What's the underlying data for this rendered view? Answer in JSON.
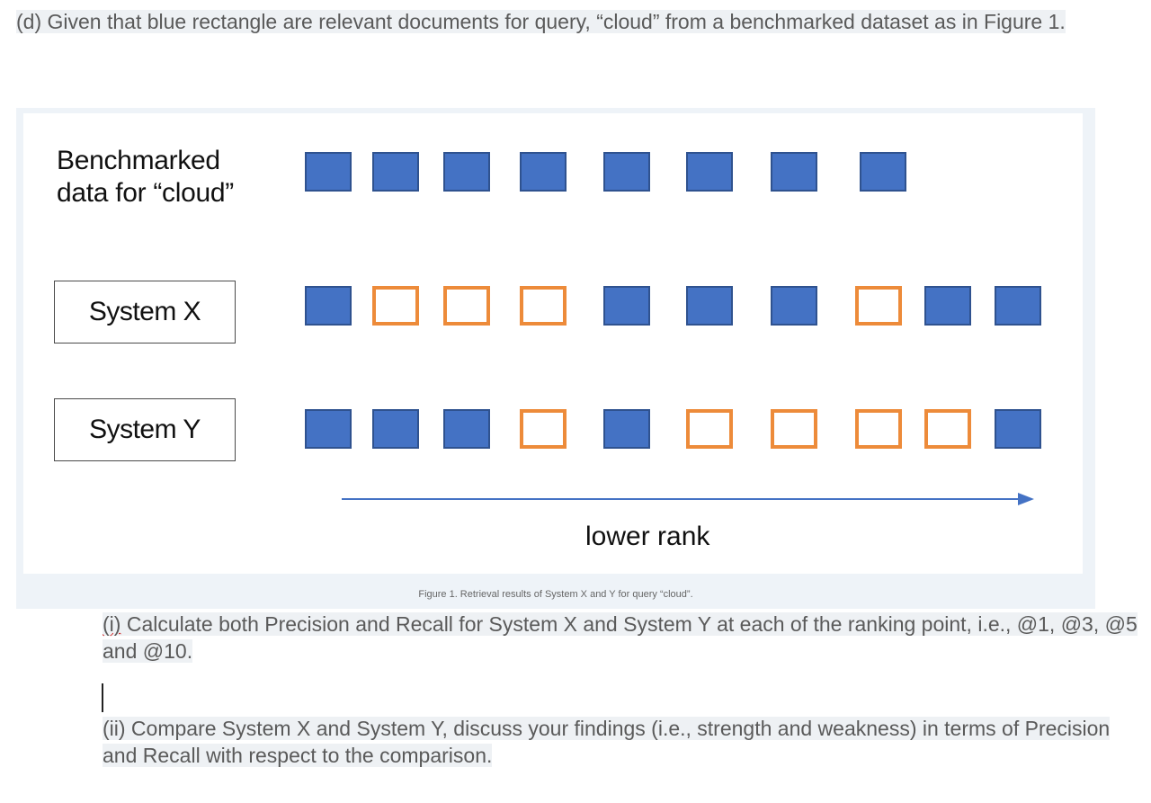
{
  "question_intro": "(d) Given that blue rectangle are relevant documents for query, “cloud” from a benchmarked dataset as in Figure 1.",
  "figure": {
    "bench_label_line1": "Benchmarked",
    "bench_label_line2": "data for “cloud”",
    "system_x_label": "System X",
    "system_y_label": "System Y",
    "rank_label": "lower rank",
    "caption": "Figure 1. Retrieval results of System X and Y for query “cloud”.",
    "colors": {
      "relevant_fill": "#4472c4",
      "nonrelevant_border": "#ed8b3a",
      "arrow": "#4472c4"
    },
    "benchmark_relevant_count": 8,
    "system_x": [
      "relevant",
      "nonrelevant",
      "nonrelevant",
      "nonrelevant",
      "relevant",
      "relevant",
      "relevant",
      "nonrelevant",
      "relevant",
      "relevant"
    ],
    "system_y": [
      "relevant",
      "relevant",
      "relevant",
      "nonrelevant",
      "relevant",
      "nonrelevant",
      "nonrelevant",
      "nonrelevant",
      "nonrelevant",
      "relevant"
    ]
  },
  "part_i": {
    "marker": "(i)",
    "text_after_marker": " Calculate both Precision and Recall for System X and System Y at each of the ranking point, i.e., @1, @3, @5 and @10."
  },
  "part_ii": "(ii) Compare System X and System Y, discuss your findings (i.e., strength and weakness) in terms of Precision and Recall with respect to the comparison."
}
